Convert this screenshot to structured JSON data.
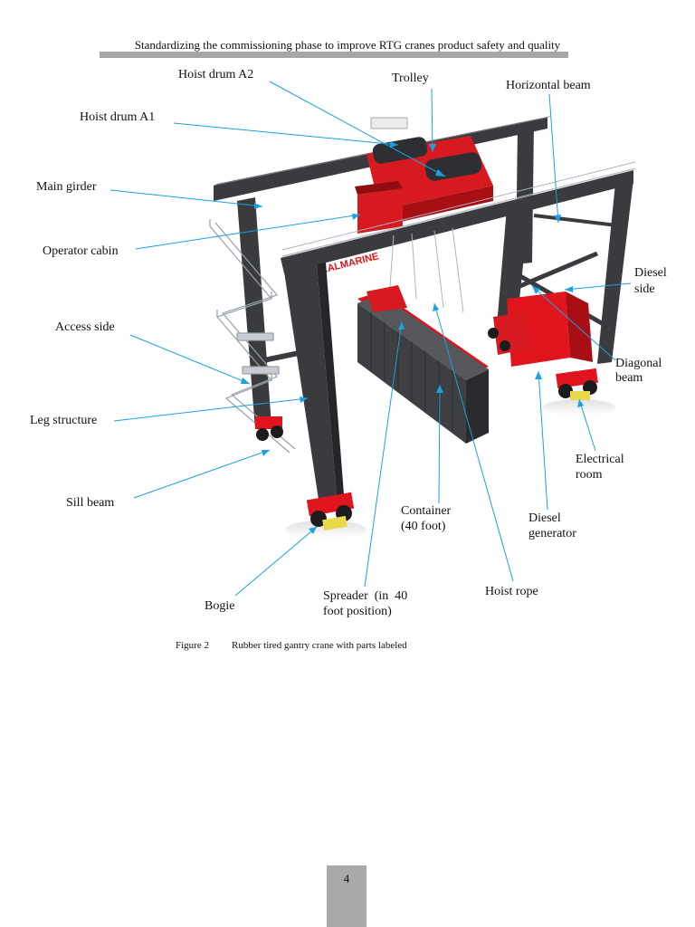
{
  "header": {
    "title": "Standardizing the commissioning phase to improve RTG cranes product safety and quality"
  },
  "diagram": {
    "brand_text": "KALMARINE",
    "colors": {
      "leader_line": "#1ca0de",
      "crane_red": "#e0141c",
      "steel_dark": "#3a3b3f",
      "container": "#3d3f43",
      "bogie_yellow": "#e8d84a"
    },
    "labels": {
      "hoist_drum_a2": "Hoist drum A2",
      "trolley": "Trolley",
      "horizontal_beam": "Horizontal beam",
      "hoist_drum_a1": "Hoist drum A1",
      "main_girder": "Main girder",
      "operator_cabin": "Operator cabin",
      "diesel_side_1": "Diesel",
      "diesel_side_2": "side",
      "access_side": "Access side",
      "diagonal_beam_1": "Diagonal",
      "diagonal_beam_2": "beam",
      "leg_structure": "Leg structure",
      "electrical_room_1": "Electrical",
      "electrical_room_2": "room",
      "sill_beam": "Sill beam",
      "container_1": "Container",
      "container_2": "(40 foot)",
      "diesel_generator_1": "Diesel",
      "diesel_generator_2": "generator",
      "hoist_rope": "Hoist rope",
      "spreader_1": "Spreader  (in  40",
      "spreader_2": "foot position)",
      "bogie": "Bogie"
    }
  },
  "caption": {
    "number": "Figure 2",
    "text": "Rubber tired gantry crane with parts labeled"
  },
  "footer": {
    "page_number": "4"
  }
}
